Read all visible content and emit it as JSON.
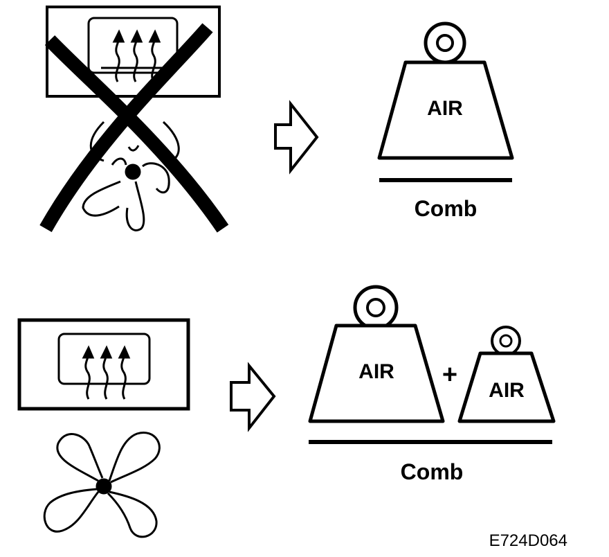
{
  "top": {
    "weight_label": "AIR",
    "comb_label": "Comb"
  },
  "bottom": {
    "weight_large_label": "AIR",
    "plus_label": "+",
    "weight_small_label": "AIR",
    "comb_label": "Comb"
  },
  "figure_code": "E724D064",
  "colors": {
    "ink": "#000000",
    "paper": "#ffffff"
  }
}
